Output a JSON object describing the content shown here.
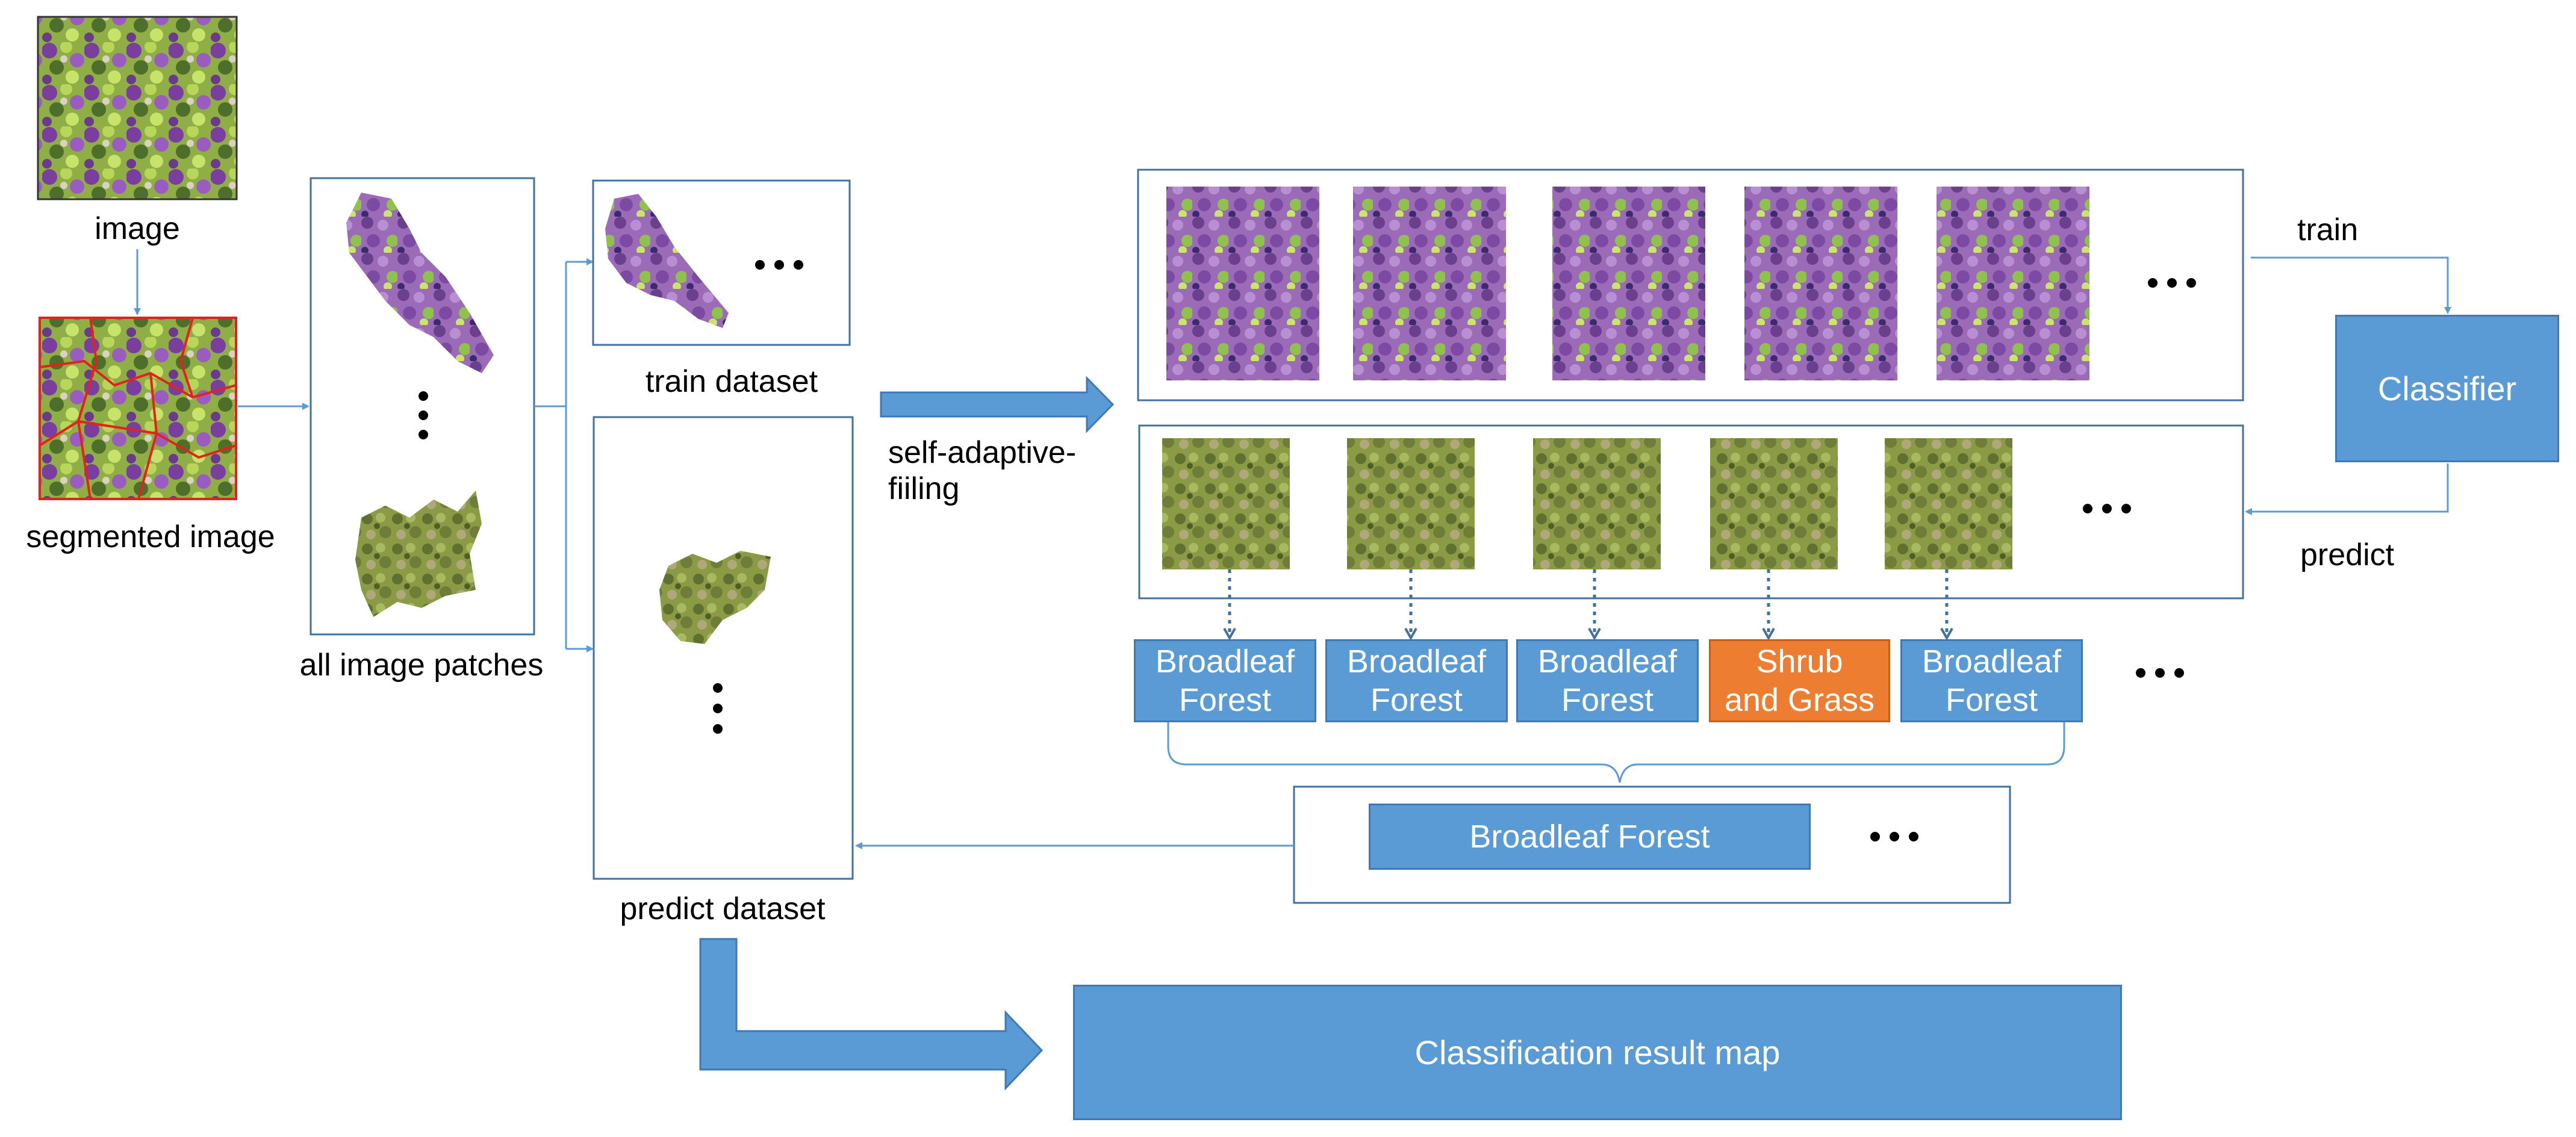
{
  "labels": {
    "image": "image",
    "segmented_image": "segmented image",
    "all_image_patches": "all image patches",
    "train_dataset": "train dataset",
    "predict_dataset": "predict dataset",
    "self_adaptive_filling": "self-adaptive-\nfiiling",
    "train": "train",
    "predict": "predict"
  },
  "classifier": {
    "label": "Classifier"
  },
  "patch_predictions": [
    {
      "label": "Broadleaf\nForest",
      "class": "broadleaf"
    },
    {
      "label": "Broadleaf\nForest",
      "class": "broadleaf"
    },
    {
      "label": "Broadleaf\nForest",
      "class": "broadleaf"
    },
    {
      "label": "Shrub\nand Grass",
      "class": "shrub"
    },
    {
      "label": "Broadleaf\nForest",
      "class": "broadleaf"
    }
  ],
  "vote_result": {
    "label": "Broadleaf Forest"
  },
  "result_map": {
    "label": "Classification result map"
  },
  "colors": {
    "box_blue": "#5b9bd5",
    "box_blue_border": "#3f79b5",
    "box_orange": "#ed7d31",
    "line_blue": "#5b9bd5",
    "frame_border": "#41719c",
    "segment_red": "#e3231b"
  }
}
